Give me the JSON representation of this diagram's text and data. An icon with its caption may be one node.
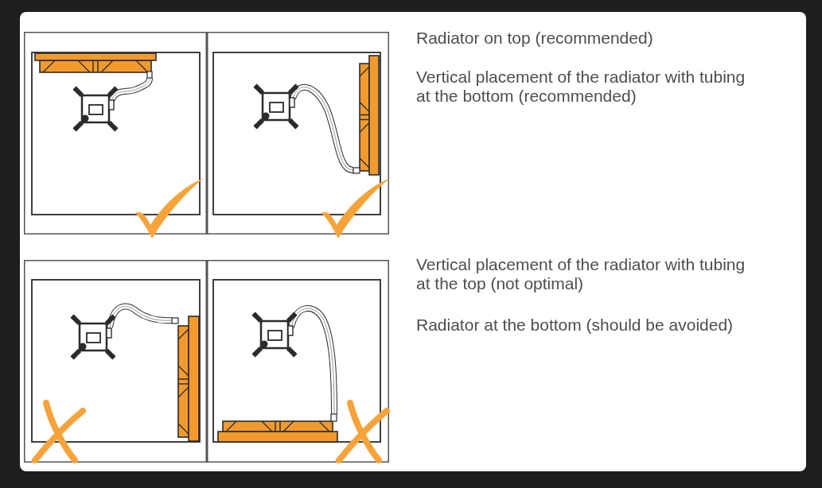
{
  "diagram": {
    "labels": [
      "Radiator on top (recommended)",
      "Vertical placement of the radiator with tubing at the bottom (recommended)",
      "Vertical placement of the radiator with tubing at the top (not optimal)",
      "Radiator at the bottom (should be avoided)"
    ]
  }
}
